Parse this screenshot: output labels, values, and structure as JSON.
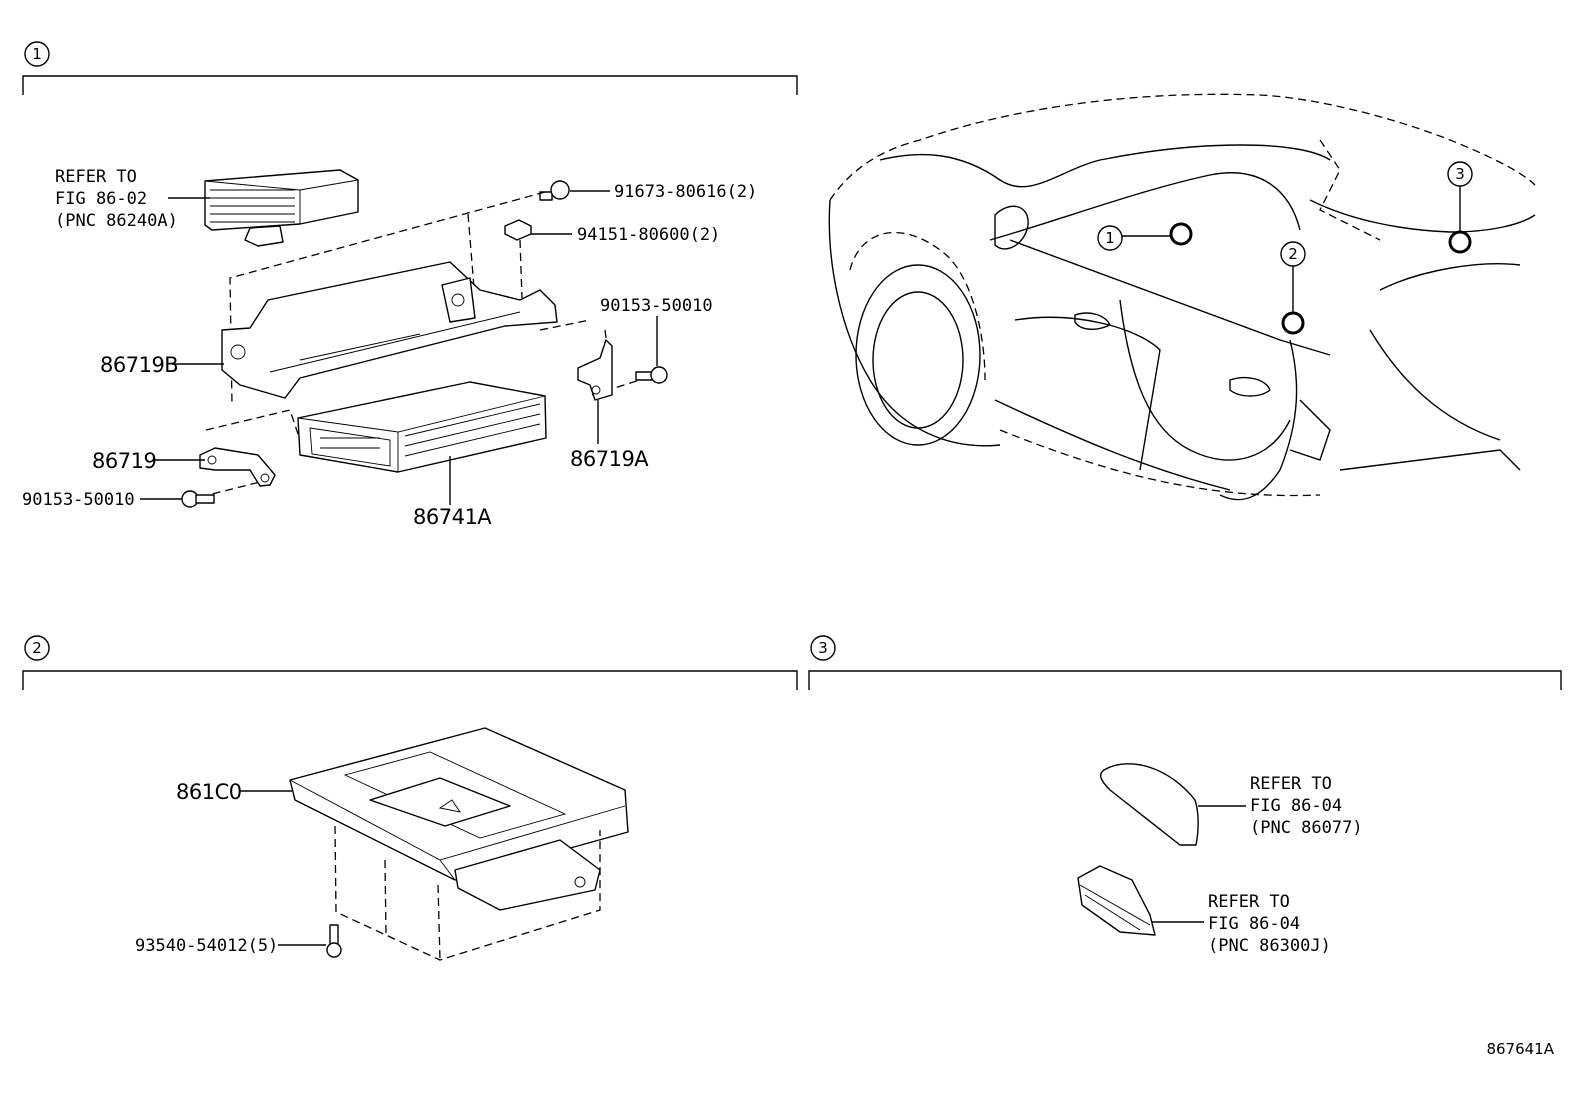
{
  "footer_code": "867641A",
  "sections": [
    {
      "number": "1",
      "refer_block": {
        "line1": "REFER TO",
        "line2": "FIG 86-02",
        "line3": "(PNC 86240A)"
      },
      "callouts": {
        "p91673": "91673-80616(2)",
        "p94151": "94151-80600(2)",
        "p90153_right": "90153-50010",
        "p86719B": "86719B",
        "p86719": "86719",
        "p90153_left": "90153-50010",
        "p86741A": "86741A",
        "p86719A": "86719A"
      }
    },
    {
      "number": "2",
      "callouts": {
        "p861C0": "861C0",
        "p93540": "93540-54012(5)"
      }
    },
    {
      "number": "3",
      "refer_antenna": {
        "line1": "REFER TO",
        "line2": "FIG 86-04",
        "line3": "(PNC 86077)"
      },
      "refer_module": {
        "line1": "REFER TO",
        "line2": "FIG 86-04",
        "line3": "(PNC 86300J)"
      }
    }
  ],
  "vehicle_markers": [
    "1",
    "2",
    "3"
  ],
  "icons": [
    "section-number-circle",
    "location-marker-circle"
  ]
}
